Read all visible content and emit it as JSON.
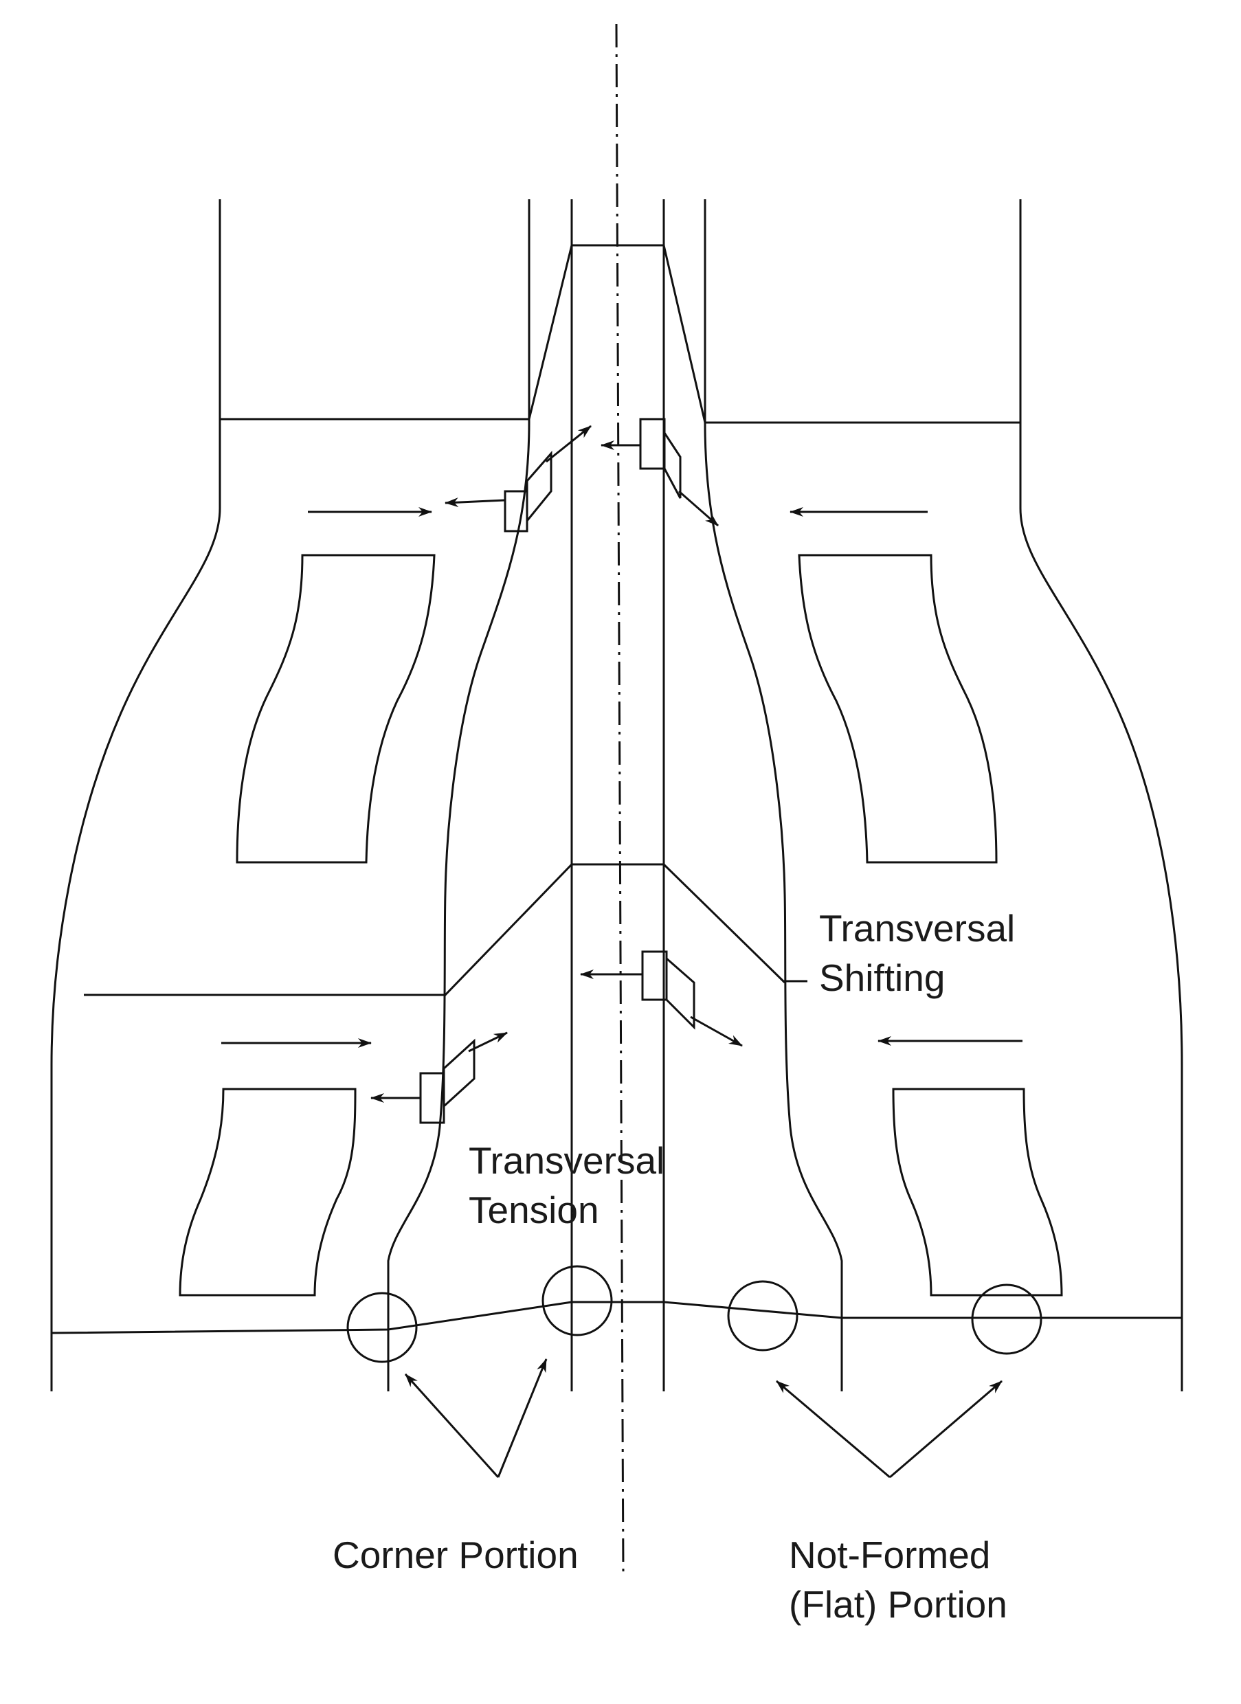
{
  "labels": {
    "transversal_shifting": [
      "Transversal",
      "Shifting"
    ],
    "transversal_tension": [
      "Transversal",
      "Tension"
    ],
    "corner_portion": "Corner Portion",
    "not_formed_flat_portion": [
      "Not-Formed",
      "(Flat) Portion"
    ]
  }
}
